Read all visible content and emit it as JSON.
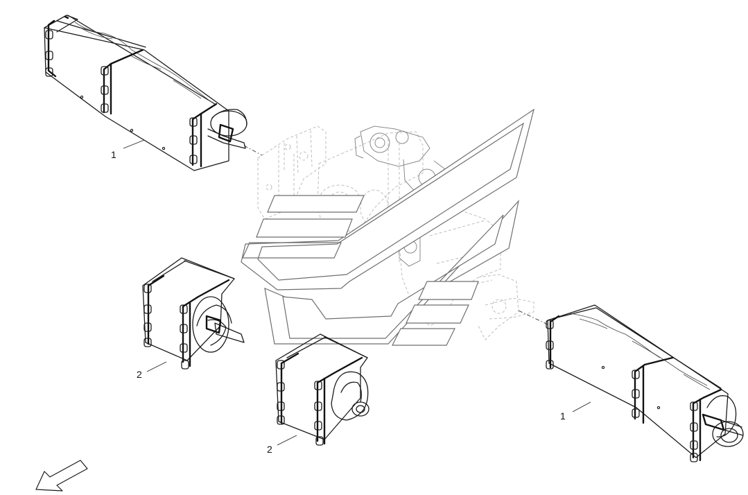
{
  "callouts": [
    {
      "id": "callout-1-top",
      "label": "1"
    },
    {
      "id": "callout-2-left",
      "label": "2"
    },
    {
      "id": "callout-2-center",
      "label": "2"
    },
    {
      "id": "callout-1-right",
      "label": "1"
    }
  ],
  "colors": {
    "line": "#1a1a1a",
    "ghost": "#bdbdbd",
    "logo": "#6e6e6e",
    "background": "#ffffff"
  },
  "icons": [
    "direction-arrow-icon",
    "manufacturer-watermark-logo"
  ]
}
